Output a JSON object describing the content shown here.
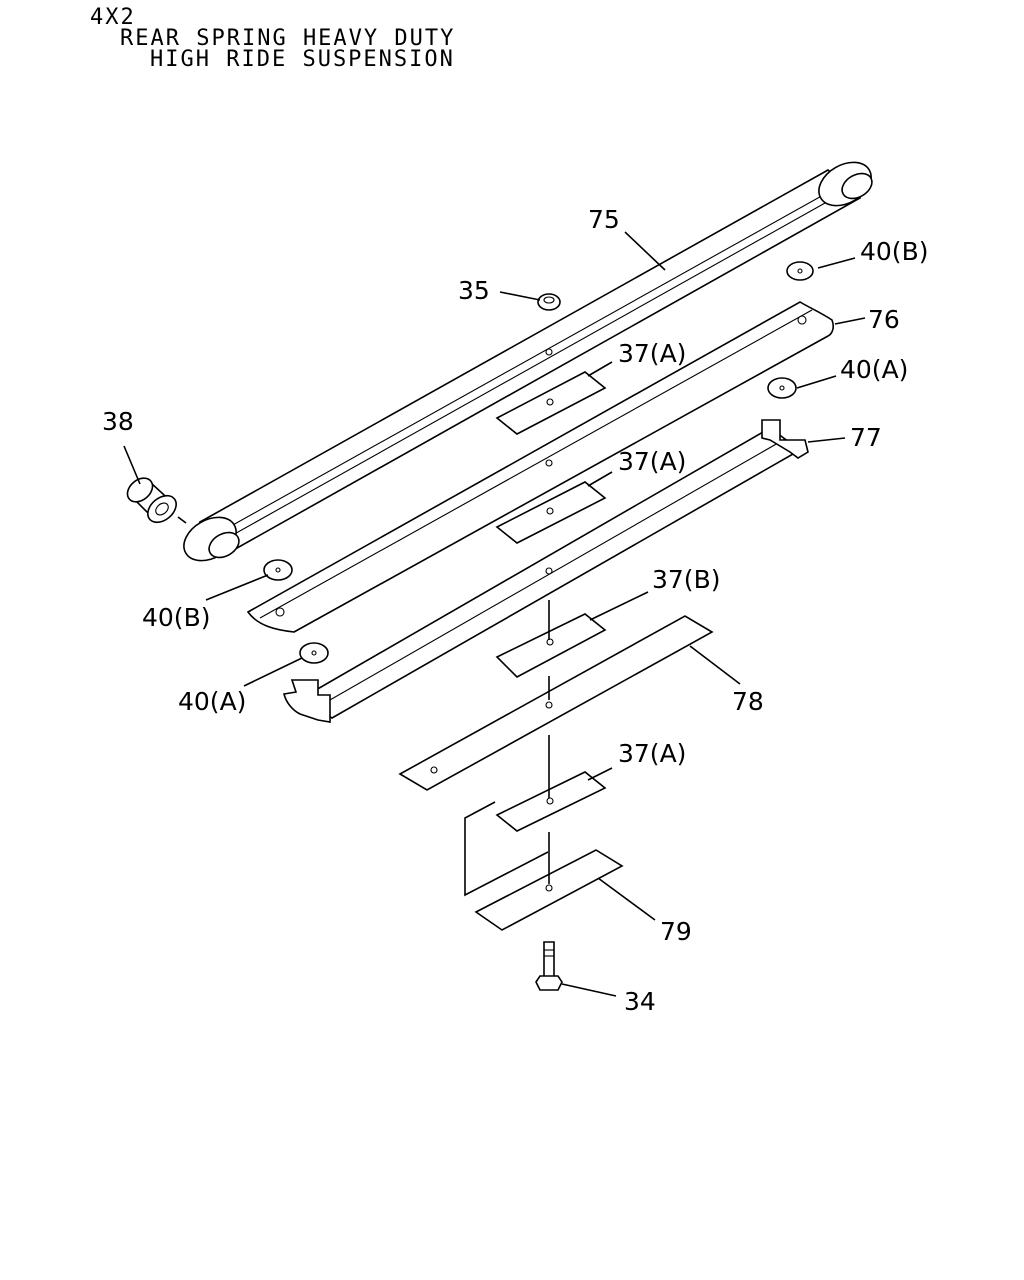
{
  "header": {
    "line1": "4X2",
    "line2": "REAR SPRING HEAVY DUTY",
    "line3": "HIGH RIDE SUSPENSION"
  },
  "callouts": {
    "c75": "75",
    "c35": "35",
    "c40b_top": "40(B)",
    "c76": "76",
    "c37a_1": "37(A)",
    "c40a_top": "40(A)",
    "c38": "38",
    "c37a_2": "37(A)",
    "c77": "77",
    "c40b_left": "40(B)",
    "c37b": "37(B)",
    "c40a_left": "40(A)",
    "c78": "78",
    "c37a_3": "37(A)",
    "c79": "79",
    "c34": "34"
  }
}
